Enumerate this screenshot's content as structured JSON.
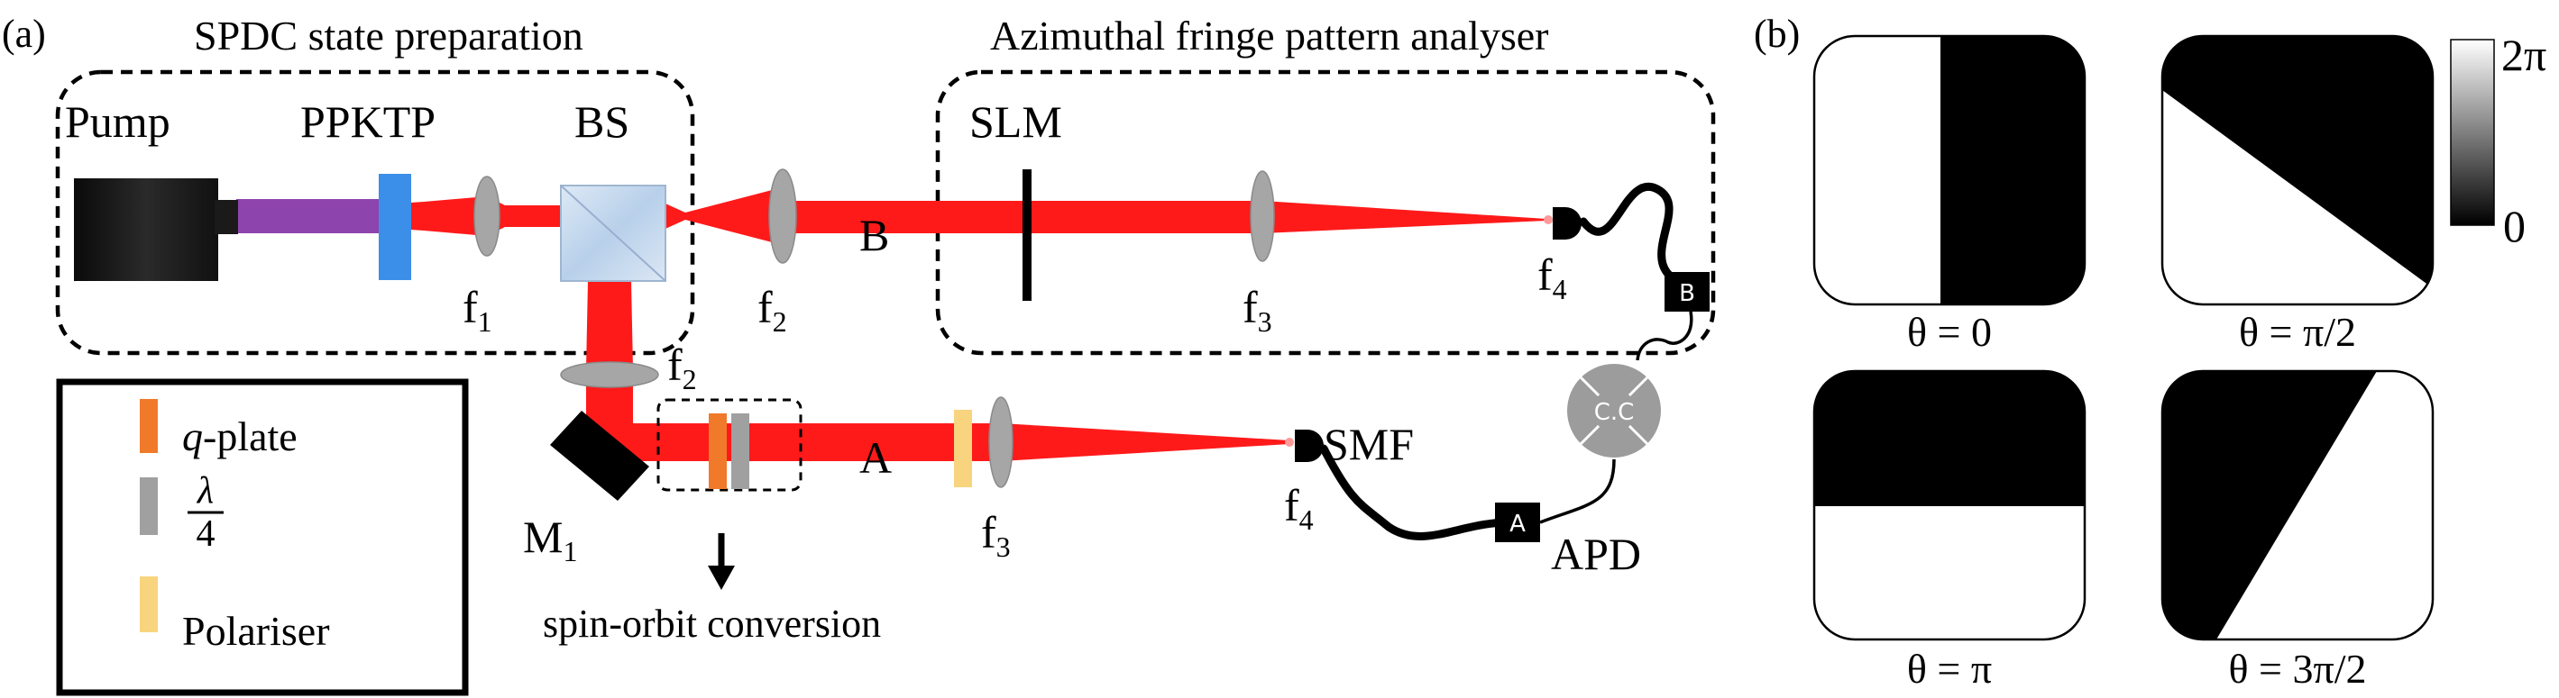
{
  "panel_a": {
    "label": "(a)",
    "groups": {
      "spdc": "SPDC state preparation",
      "analyser": "Azimuthal fringe pattern analyser",
      "spin_orbit": "spin-orbit conversion"
    },
    "components": {
      "pump": "Pump",
      "ppktp": "PPKTP",
      "bs": "BS",
      "slm": "SLM",
      "smf": "SMF",
      "apd": "APD",
      "mirror": "M",
      "mirror_sub": "1",
      "beam_a": "A",
      "beam_b": "B",
      "cc": "C.C",
      "det_a": "A",
      "det_b": "B"
    },
    "lenses": {
      "f_letter": "f",
      "f1_sub": "1",
      "f2_sub": "2",
      "f3_sub": "3",
      "f4_sub": "4"
    },
    "legend": {
      "qplate_italic": "q",
      "qplate_rest": "-plate",
      "lambda": "λ",
      "four": "4",
      "polariser": "Polariser"
    },
    "colors": {
      "beam": "#ff1a1a",
      "pump_beam": "#8e44ad",
      "ppktp": "#3c8fe8",
      "qplate": "#f07a2a",
      "waveplate": "#a0a0a0",
      "polariser": "#f8d47e",
      "bs": "#c9dcef"
    }
  },
  "panel_b": {
    "label": "(b)",
    "colorbar": {
      "max": "2π",
      "min": "0"
    },
    "captions": [
      "θ = 0",
      "θ = π/2",
      "θ = π",
      "θ = 3π/2"
    ]
  }
}
